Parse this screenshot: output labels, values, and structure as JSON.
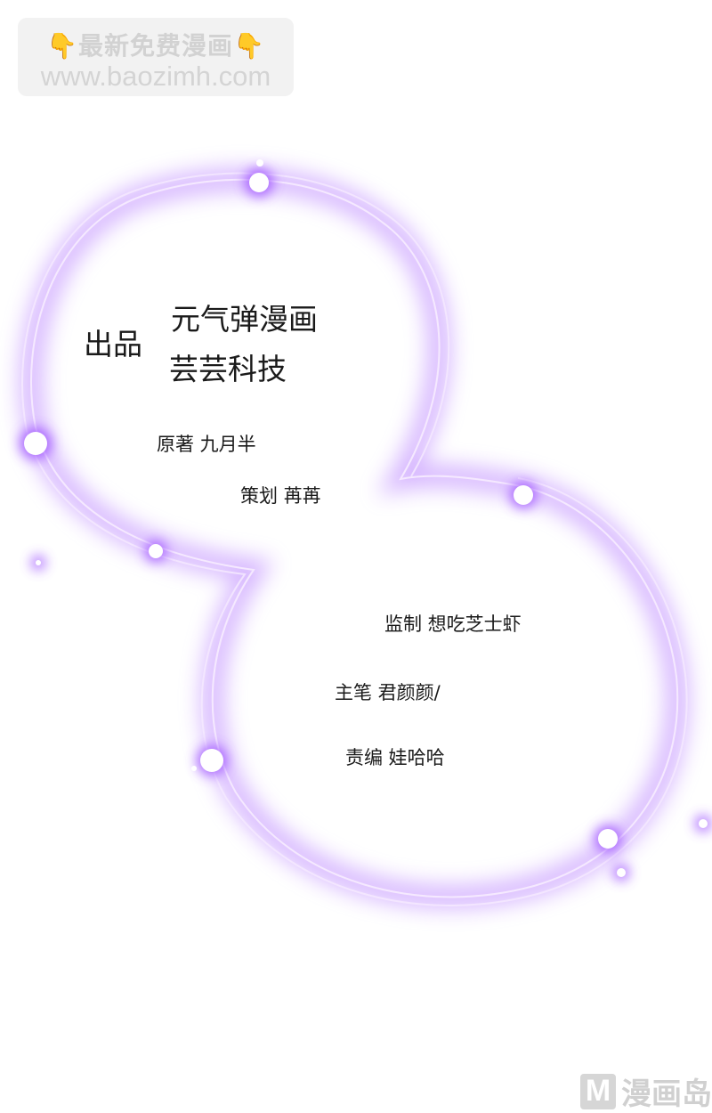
{
  "watermark": {
    "hand_icon": "👇",
    "line1": "最新免费漫画",
    "line2": "www.baozimh.com"
  },
  "credits": {
    "producer_label": "出品",
    "producers": [
      "元气弹漫画",
      "芸芸科技"
    ],
    "original": "原著  九月半",
    "planning": "策划  苒苒",
    "supervisor": "监制  想吃芝士虾",
    "main_artist": "主笔  君颜颜/",
    "editor": "责编  娃哈哈"
  },
  "logo": {
    "mark": "M",
    "text": "漫画岛"
  },
  "colors": {
    "glow": "#b57bff",
    "ring": "#f3e8ff",
    "watermark_bg": "#f2f2f2"
  }
}
